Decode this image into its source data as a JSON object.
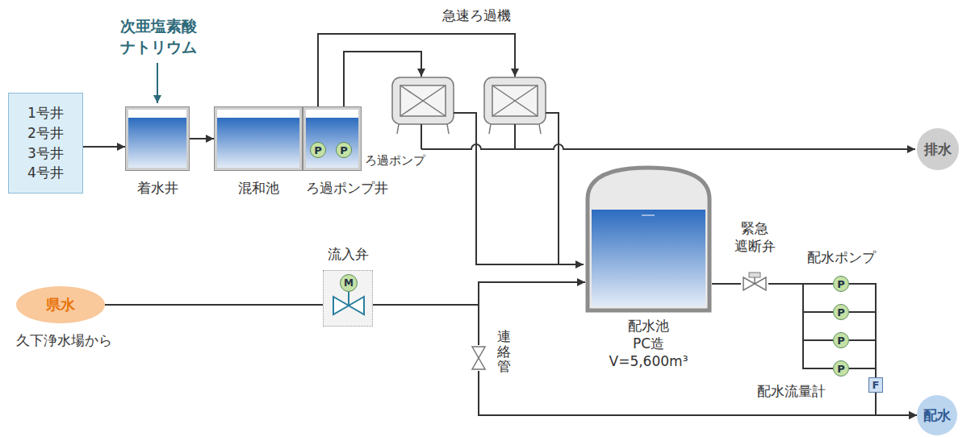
{
  "diagram": {
    "nodes": [
      {
        "text": [
          "1号井 2号井 3号井 4号井"
        ]
      },
      {
        "text": [
          "着水井"
        ]
      },
      {
        "text": [
          "混和池"
        ]
      },
      {
        "text": [
          "ろ過ポンプ井"
        ]
      },
      {
        "text": [
          "P"
        ],
        "in": 3
      },
      {
        "text": [
          "P"
        ],
        "in": 3
      },
      {
        "text": [
          "排水"
        ]
      },
      {
        "text": [
          "県水",
          "久下浄水場から"
        ]
      },
      {
        "text": [
          "流入弁"
        ]
      },
      {
        "text": [
          "M"
        ],
        "in": 8
      },
      {
        "text": [
          "配水池 PC造 V=5,600m³"
        ]
      },
      {
        "text": [
          "緊急 遮断弁"
        ]
      },
      {
        "text": [
          "P"
        ]
      },
      {
        "text": [
          "P"
        ]
      },
      {
        "text": [
          "P"
        ]
      },
      {
        "text": [
          "P"
        ]
      },
      {
        "text": [
          "F"
        ]
      },
      {
        "text": [
          "配水"
        ]
      },
      {
        "text": [
          "連絡管"
        ]
      }
    ],
    "edges": [
      {
        "from": 0,
        "to": 1,
        "arrow": "to"
      },
      {
        "from": 1,
        "to": 2,
        "arrow": "to"
      },
      {
        "from": 7,
        "to": 8,
        "arrow": "none"
      },
      {
        "from": 8,
        "to": 10,
        "arrow": "to"
      },
      {
        "from": 8,
        "to": 18,
        "arrow": "none"
      },
      {
        "from": 18,
        "to": 17,
        "arrow": "to"
      },
      {
        "from": 10,
        "to": 11,
        "arrow": "none"
      },
      {
        "from": 11,
        "to": 12,
        "arrow": "none"
      },
      {
        "from": 11,
        "to": 13,
        "arrow": "none"
      },
      {
        "from": 11,
        "to": 14,
        "arrow": "none"
      },
      {
        "from": 11,
        "to": 15,
        "arrow": "none"
      },
      {
        "from": 12,
        "to": 16,
        "arrow": "none"
      },
      {
        "from": 13,
        "to": 16,
        "arrow": "none"
      },
      {
        "from": 14,
        "to": 16,
        "arrow": "none"
      },
      {
        "from": 15,
        "to": 16,
        "arrow": "none"
      },
      {
        "from": 16,
        "to": 17,
        "arrow": "to"
      }
    ],
    "labels": [
      "次亜塩素酸 ナトリウム",
      "急速ろ過機",
      "ろ過ポンプ",
      "配水ポンプ",
      "配水流量計"
    ]
  }
}
